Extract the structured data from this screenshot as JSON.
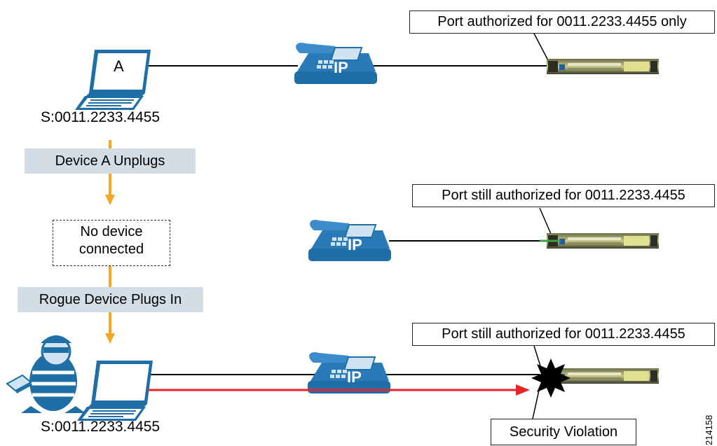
{
  "laptop_a": {
    "screen_label": "A",
    "mac_label": "S:0011.2233.4455"
  },
  "rogue": {
    "mac_label": "S:0011.2233.4455"
  },
  "phone_label": "IP",
  "callouts": {
    "row1": "Port authorized for 0011.2233.4455 only",
    "row2": "Port still authorized for 0011.2233.4455",
    "row3": "Port still authorized for 0011.2233.4455",
    "violation": "Security Violation"
  },
  "steps": {
    "unplug": "Device A Unplugs",
    "no_device": "No device connected",
    "plugs_in": "Rogue Device Plugs In"
  },
  "figure_number": "214158",
  "colors": {
    "phone_blue": "#1f6fa6",
    "flow_arrow": "#f5a623",
    "violation_line": "#e8232a",
    "step_bg": "#d3dde6"
  }
}
